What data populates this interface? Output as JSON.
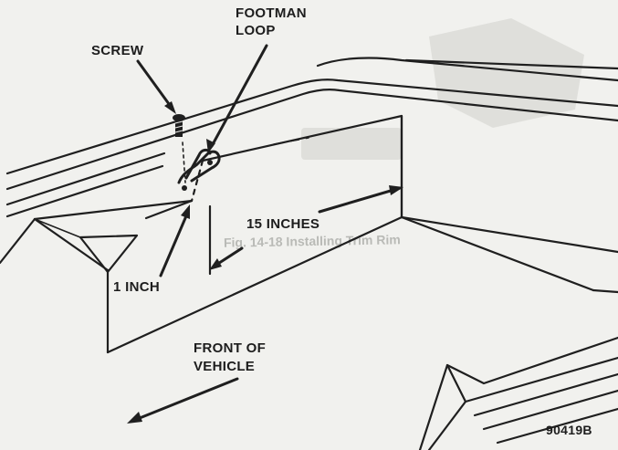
{
  "labels": {
    "footman_loop_line1": "FOOTMAN",
    "footman_loop_line2": "LOOP",
    "screw": "SCREW",
    "fifteen_inches": "15 INCHES",
    "one_inch": "1 INCH",
    "front_line1": "FRONT OF",
    "front_line2": "VEHICLE",
    "figure_code": "90419B"
  },
  "ghost_text": {
    "caption": "Fig. 14-18 Installing Trim Rim"
  },
  "colors": {
    "background": "#f1f1ee",
    "ink": "#1f1f1f",
    "ghost": "#b9bab6"
  }
}
